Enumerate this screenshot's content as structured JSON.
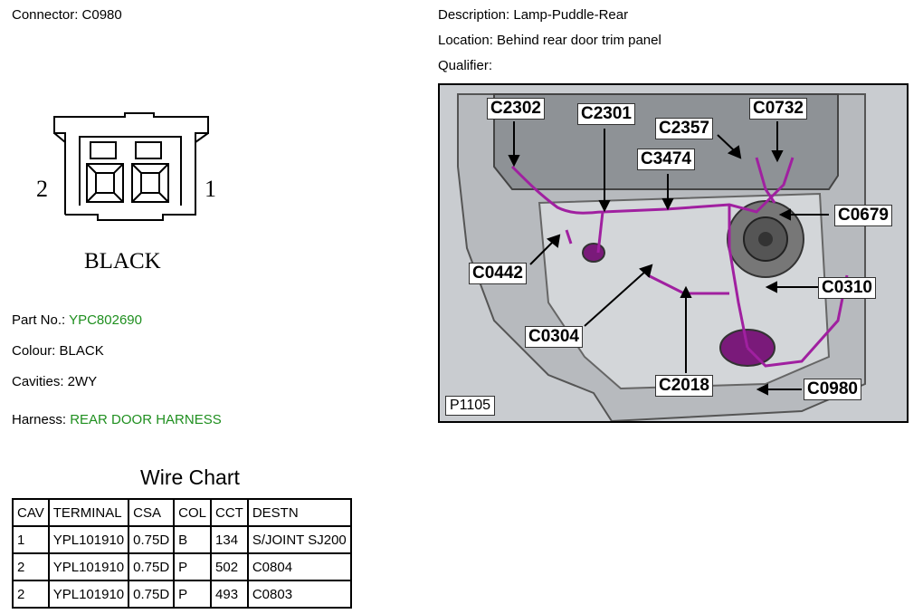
{
  "connector": {
    "label": "Connector: C0980"
  },
  "description": {
    "label": "Description: Lamp-Puddle-Rear"
  },
  "location": {
    "label": "Location: Behind rear door trim panel"
  },
  "qualifier": {
    "label": "Qualifier:"
  },
  "pinout": {
    "pin_left": "2",
    "pin_right": "1",
    "color_label": "BLACK"
  },
  "part": {
    "label": "Part No.:",
    "value": "YPC802690"
  },
  "colour": {
    "label": "Colour: BLACK"
  },
  "cavities": {
    "label": "Cavities: 2WY"
  },
  "harness": {
    "label": "Harness:",
    "value": "REAR DOOR HARNESS"
  },
  "wire_chart": {
    "title": "Wire Chart",
    "headers": [
      "CAV",
      "TERMINAL",
      "CSA",
      "COL",
      "CCT",
      "DESTN"
    ],
    "rows": [
      [
        "1",
        "YPL101910",
        "0.75D",
        "B",
        "134",
        "S/JOINT SJ200"
      ],
      [
        "2",
        "YPL101910",
        "0.75D",
        "P",
        "502",
        "C0804"
      ],
      [
        "2",
        "YPL101910",
        "0.75D",
        "P",
        "493",
        "C0803"
      ]
    ]
  },
  "diagram": {
    "figure_id": "P1105",
    "callouts": [
      "C2302",
      "C2301",
      "C2357",
      "C0732",
      "C3474",
      "C0679",
      "C0442",
      "C0310",
      "C0304",
      "C2018",
      "C0980"
    ],
    "harness_color": "#a020a0"
  }
}
